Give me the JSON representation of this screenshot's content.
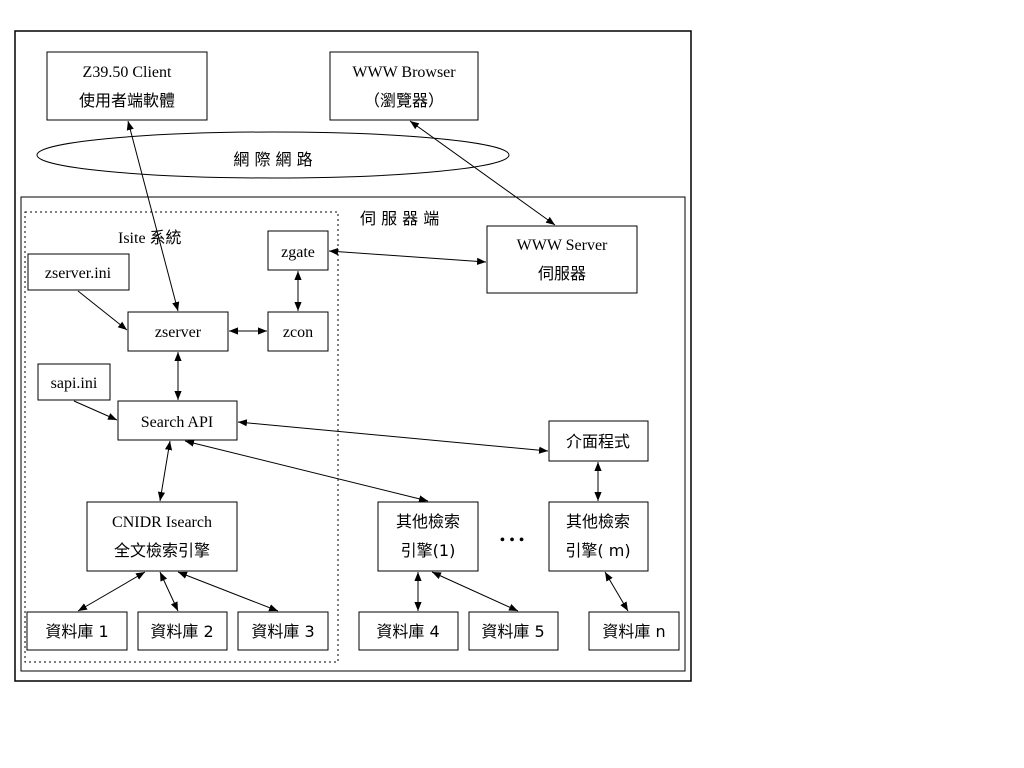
{
  "labels": {
    "z3950_client_line1": "Z39.50 Client",
    "z3950_client_line2": "使用者端軟體",
    "www_browser_line1": "WWW Browser",
    "www_browser_line2": "（瀏覽器）",
    "internet": "網 際 網 路",
    "server_side": "伺 服 器 端",
    "isite_system": "Isite 系統",
    "zgate": "zgate",
    "www_server_line1": "WWW Server",
    "www_server_line2": "伺服器",
    "zserver_ini": "zserver.ini",
    "zserver": "zserver",
    "zcon": "zcon",
    "sapi_ini": "sapi.ini",
    "search_api": "Search API",
    "interface_program": "介面程式",
    "cnidr_line1": "CNIDR Isearch",
    "cnidr_line2": "全文檢索引擎",
    "other_engine1_line1": "其他檢索",
    "other_engine1_line2": "引擎(1)",
    "ellipsis": "• • •",
    "other_engine_m_line1": "其他檢索",
    "other_engine_m_line2": "引擎( m)",
    "db1": "資料庫 1",
    "db2": "資料庫 2",
    "db3": "資料庫 3",
    "db4": "資料庫 4",
    "db5": "資料庫 5",
    "dbn": "資料庫 n"
  }
}
